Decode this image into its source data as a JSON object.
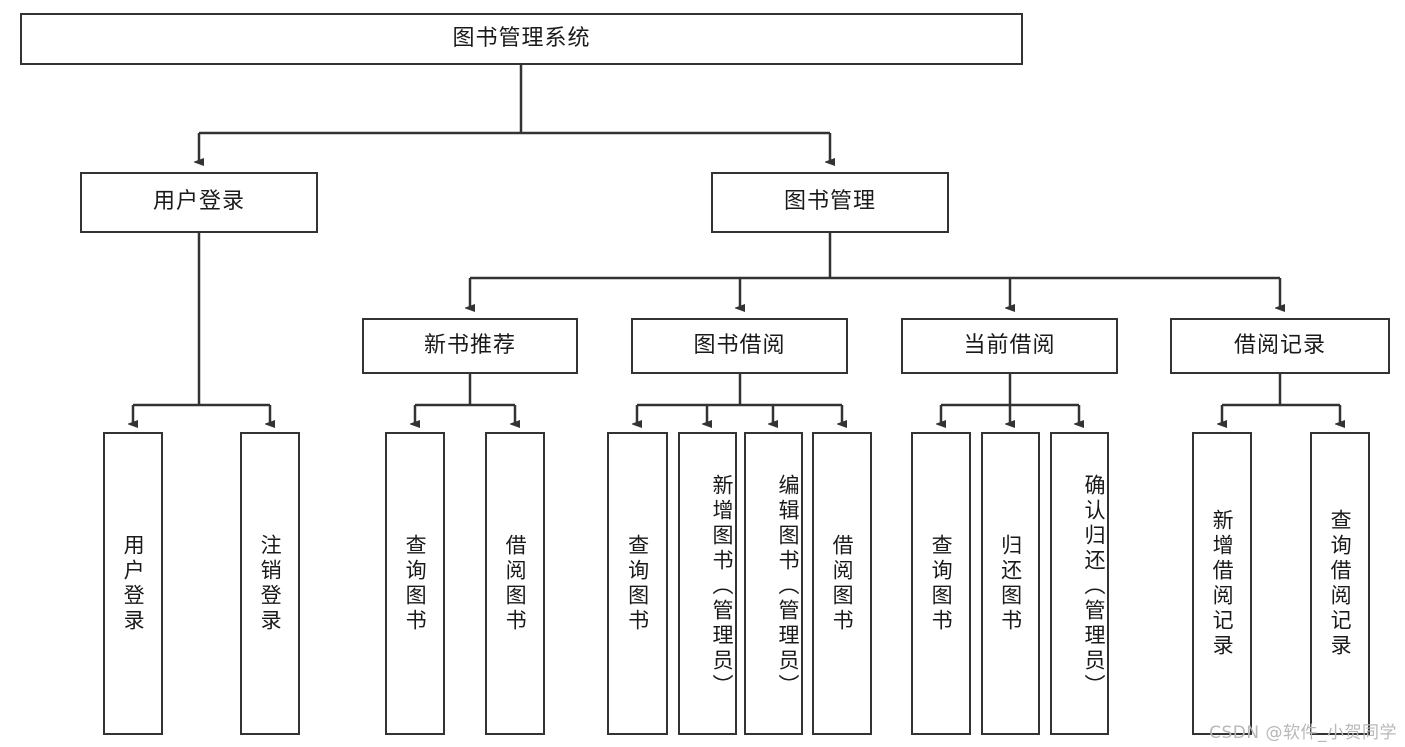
{
  "diagram": {
    "title": "图书管理系统",
    "type": "tree-hierarchy-diagram",
    "watermark": "CSDN @软件_小贺同学",
    "colors": {
      "border": "#333333",
      "background": "#ffffff",
      "text": "#1a1a1a",
      "watermark": "#b8b8b8"
    },
    "root": {
      "label": "图书管理系统"
    },
    "level2": [
      {
        "label": "用户登录"
      },
      {
        "label": "图书管理"
      }
    ],
    "level3": [
      {
        "label": "新书推荐"
      },
      {
        "label": "图书借阅"
      },
      {
        "label": "当前借阅"
      },
      {
        "label": "借阅记录"
      }
    ],
    "leaves": {
      "user_login": [
        {
          "label": "用户登录"
        },
        {
          "label": "注销登录"
        }
      ],
      "new_book_recommend": [
        {
          "label": "查询图书"
        },
        {
          "label": "借阅图书"
        }
      ],
      "book_borrow": [
        {
          "label": "查询图书"
        },
        {
          "label": "新增图书（管理员）"
        },
        {
          "label": "编辑图书（管理员）"
        },
        {
          "label": "借阅图书"
        }
      ],
      "current_borrow": [
        {
          "label": "查询图书"
        },
        {
          "label": "归还图书"
        },
        {
          "label": "确认归还（管理员）"
        }
      ],
      "borrow_records": [
        {
          "label": "新增借阅记录"
        },
        {
          "label": "查询借阅记录"
        }
      ]
    }
  }
}
